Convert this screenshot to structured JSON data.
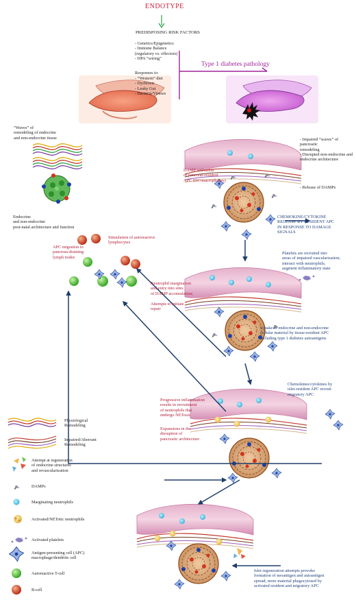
{
  "header": {
    "endotype": "ENDOTYPE",
    "risk_title": "PREDISPOSING RISK FACTORS",
    "risk_items": "- Genetics/Epigenetics\n- Immune Balance\n  (regulatory vs. effectors)\n- HPA “wiring”",
    "responses_title": "Responses to:",
    "response_items": "- “Western” diet\n- Dysbiosis\n- Leaky Gut\n- Bacteria/Viruses",
    "t1d_title": "Type 1 diabetes pathology"
  },
  "left": {
    "waves_text": "“Waves” of\nremodeling of endocrine\nand non-endocrine tissue",
    "architecture_text": "Endocrine\nand non-endocrine\npost-natal architecture and function"
  },
  "stage1": {
    "impaired_waves": "- Impaired “waves” of pancreatic\nremodeling",
    "disrupted": "- Disrupted non-endocrine and\nendocrine architecture",
    "damp_activation": "DAMP activation\nof pancreas-resident\nAPC (DC/macrophages)",
    "release_damps": "- Release of DAMPs",
    "chemokine_release": "CHEMOKINE/CYTOKINE\nRELEASE BY RESIDENT APC\nIN RESPONSE TO DAMAGE\nSIGNALS"
  },
  "stage2": {
    "platelets": "Platelets are recruited into\nareas of impaired vascularization;\ninteract with neutrophils;\naugment inflammatory state",
    "neutrophil_margination": "Neutrophil margination\nand entry into sites\nof DAMP accumulation;",
    "attempts_repair": "Attempts to initiate\nrepair",
    "uptake": "Uptake of endocrine and non-endocrine\ncellular material by tissue-resident APC\nincluding type 1 diabetes autoantigens"
  },
  "lymph": {
    "stimulation": "Stimulation of autoreactive\nlymphocytes",
    "apc_migration": "APC migration to\npancreas-draining\nlymph nodes"
  },
  "stage3": {
    "chemokines_islet": "Chemokines/cytokines by\nislet-resident APC recruit\nmigratory APC",
    "progressive": "Progressive inflammation\nresults in recruitment\nof neutrophils that\nundergo NETosis",
    "expansions": "Expansions in the\ndisruption of\npancreatic architecture"
  },
  "stage4": {
    "islet_regeneration": "Islet regeneration attempts provoke\nformation of neoantigen and autoantigen\nspread; more material phagocytosed by\nactivated resident and migratory APC"
  },
  "legend": {
    "physiological": "Physiological\nRemodeling",
    "impaired": "Impaired/Aberrant\nRemodeling",
    "attempt": "Attempt at regeneration\nof endocrine structures\nand revascularization",
    "damps": "DAMPs",
    "marginating": "Marginating neutrophils",
    "activated_net": "Activated/NETotic neutrophils",
    "activated_platelets": "Activated platelets",
    "apc": "Antigen-presenting cell (APC)\nmacrophage/dendritic cell",
    "tcell": "Autoreactive T-cell",
    "bcell": "B-cell"
  },
  "colors": {
    "red_text": "#b0203a",
    "blue_text": "#1e3f7a",
    "magenta": "#a0249a",
    "arrow": "#1f3d6a",
    "green_arrow": "#2ea043"
  }
}
